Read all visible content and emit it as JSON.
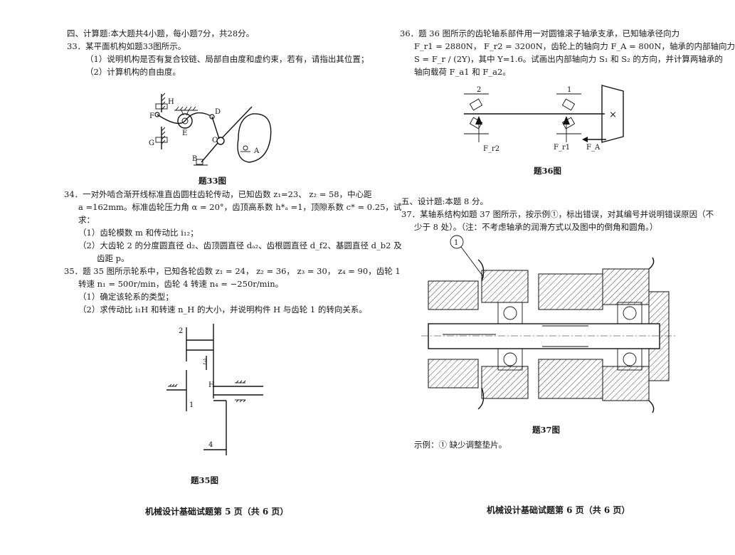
{
  "left_page": {
    "section4_heading": "四、计算题:本大题共4小题，每小题7分，共28分。",
    "q33": {
      "stem": "33．某平面机构如题33图所示。",
      "part1": "（1）说明机构是否有复合铰链、局部自由度和虚约束，若有，请指出其位置；",
      "part2": "（2）计算机构的自由度。",
      "labels": {
        "H": "H",
        "F": "F",
        "E": "E",
        "D": "D",
        "C": "C",
        "G": "G",
        "B": "B",
        "A": "A"
      },
      "caption": "题33图"
    },
    "q34": {
      "line1": "34．一对外啮合渐开线标准直齿圆柱齿轮传动，已知齿数 z₁=23、 z₂ = 58，中心距",
      "line2": "a =162mm。标准齿轮压力角 α = 20°，齿顶高系数 h*ₐ =1，顶隙系数 c* = 0.25，试",
      "line3": "求：",
      "part1": "（1）齿轮模数 m 和传动比 i₁₂；",
      "part2": "（2）大齿轮 2 的分度圆直径 d₂、齿顶圆直径 dₐ₂、齿根圆直径 d_f2、基圆直径 d_b2 及",
      "part2b": "齿距 p。"
    },
    "q35": {
      "line1": "35．题 35 图所示轮系中，已知各轮齿数 z₁ = 24， z₂ = 36， z₃ = 30， z₄ = 90，齿轮 1",
      "line2": "转速 n₁ = 500r/min，齿轮 4 转速 n₄ = −250r/min。",
      "part1": "（1）确定该轮系的类型；",
      "part2": "（2）求传动比 i₁H 和转速 n_H 的大小，并说明构件 H 与齿轮 1 的转向关系。",
      "labels": {
        "g2": "2",
        "g3": "3",
        "H": "H",
        "g1": "1",
        "g4": "4"
      },
      "caption": "题35图"
    },
    "footer": "机械设计基础试题第 5 页（共 6 页）"
  },
  "right_page": {
    "q36": {
      "line1": "36．题 36 图所示的齿轮轴系部件用一对圆锥滚子轴承支承，已知轴承径向力",
      "line2": "F_r1 = 2880N， F_r2 = 3200N，齿轮上的轴向力 F_A = 800N，轴承的内部轴向力",
      "line3": "S = F_r / (2Y)，其中 Y=1.6。试画出内部轴向力 S₁ 和 S₂ 的方向，并计算两轴承的",
      "line4": "轴向载荷 F_a1 和 F_a2。",
      "labels": {
        "b2": "2",
        "b1": "1",
        "Fr2": "F_r2",
        "Fr1": "F_r1",
        "FA": "F_A",
        "x": "×"
      },
      "caption": "题36图"
    },
    "section5_heading": "五、设计题:本题 8 分。",
    "q37": {
      "line1": "37．某轴系结构如题 37 图所示，按示例①，标出错误，对其编号并说明错误原因（不",
      "line2": "少于 8 处）。（注：不考虑轴承的润滑方式以及图中的倒角和圆角。）",
      "marker": "1",
      "caption": "题37图",
      "example": "示例：① 缺少调整垫片。"
    },
    "footer": "机械设计基础试题第 6 页（共 6 页）"
  }
}
